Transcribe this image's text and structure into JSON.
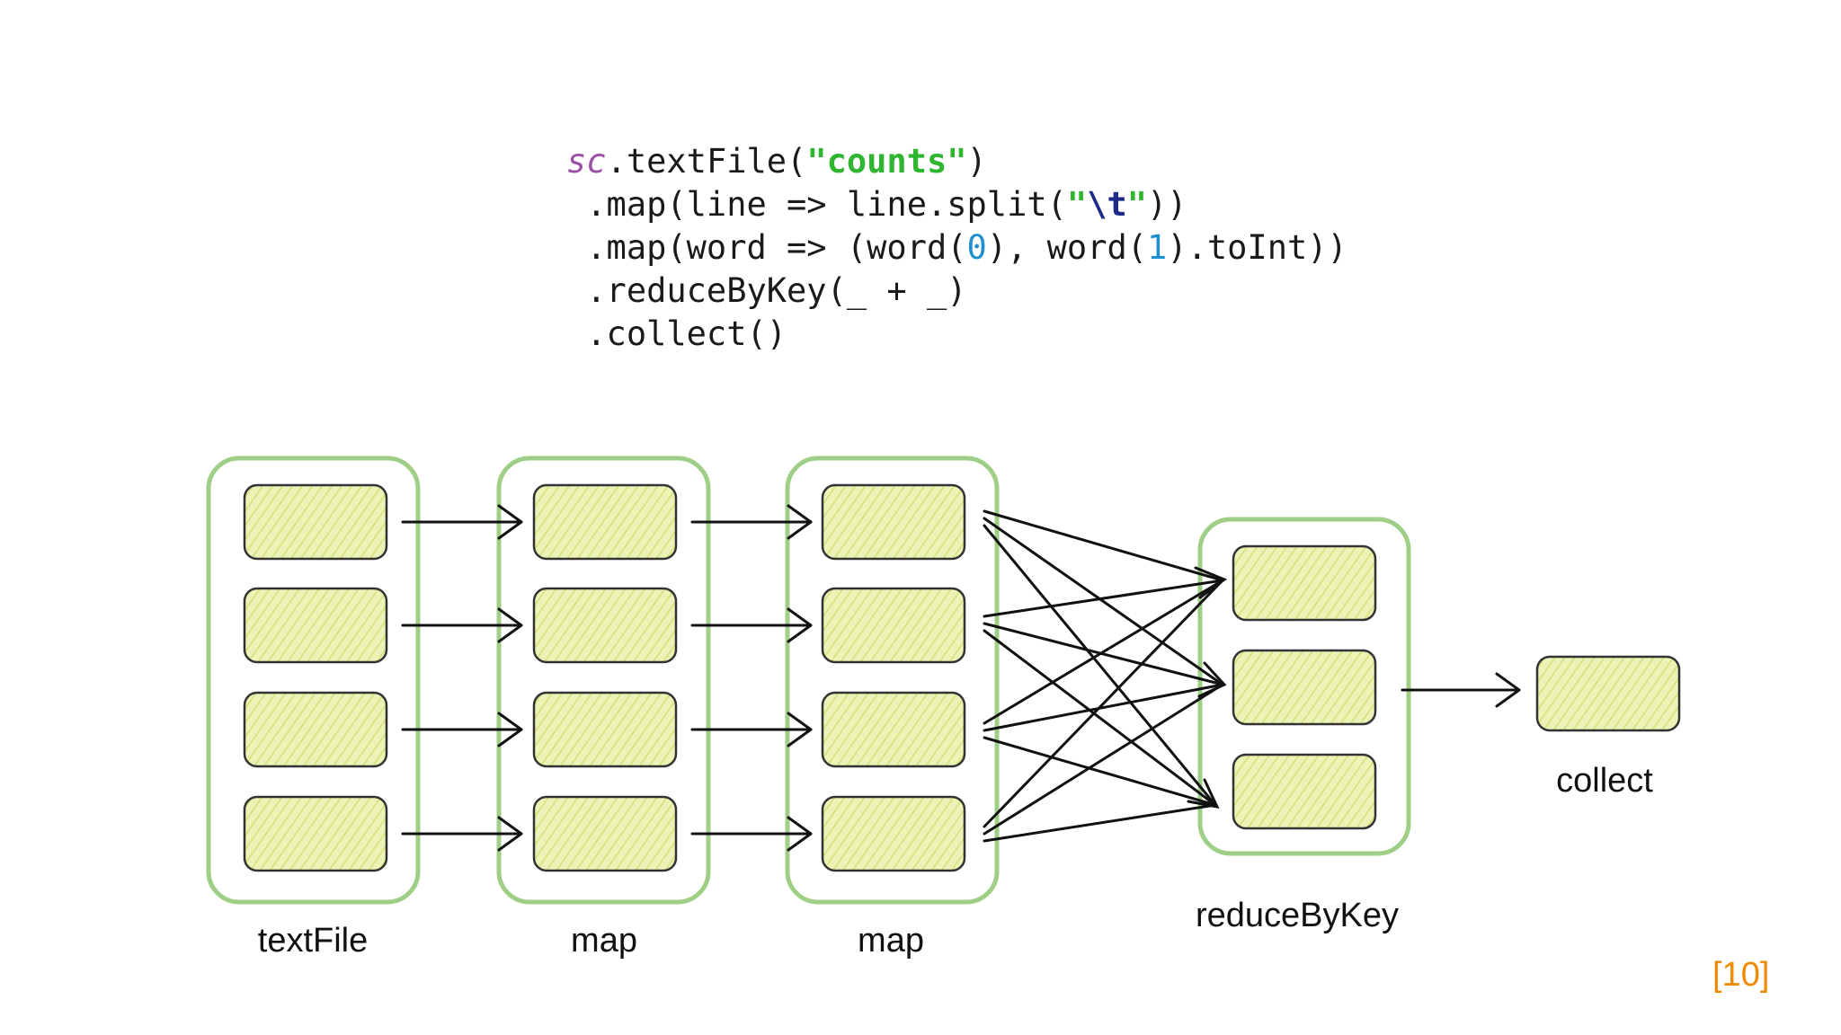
{
  "code": {
    "lines": [
      [
        {
          "t": "sc",
          "k": "obj"
        },
        {
          "t": ".textFile(",
          "k": "plain"
        },
        {
          "t": "\"counts\"",
          "k": "str"
        },
        {
          "t": ")",
          "k": "plain"
        }
      ],
      [
        {
          "t": " .map(line => line.split(",
          "k": "plain"
        },
        {
          "t": "\"",
          "k": "str"
        },
        {
          "t": "\\t",
          "k": "esc"
        },
        {
          "t": "\"",
          "k": "str"
        },
        {
          "t": "))",
          "k": "plain"
        }
      ],
      [
        {
          "t": " .map(word => (word(",
          "k": "plain"
        },
        {
          "t": "0",
          "k": "num"
        },
        {
          "t": "), word(",
          "k": "plain"
        },
        {
          "t": "1",
          "k": "num"
        },
        {
          "t": ").toInt))",
          "k": "plain"
        }
      ],
      [
        {
          "t": " .reduceByKey(_ + _)",
          "k": "plain"
        }
      ],
      [
        {
          "t": " .collect()",
          "k": "plain"
        }
      ]
    ]
  },
  "stages": [
    {
      "label": "textFile",
      "partitions": 4
    },
    {
      "label": "map",
      "partitions": 4
    },
    {
      "label": "map",
      "partitions": 4
    },
    {
      "label": "reduceByKey",
      "partitions": 3
    },
    {
      "label": "collect",
      "partitions": 1
    }
  ],
  "colors": {
    "stage_border": "#9fcf86",
    "partition_fill": "#edf2b6",
    "partition_hatch": "#d4e07a",
    "partition_border": "#333333",
    "arrow": "#111111",
    "citation": "#f08a00"
  },
  "citation": "[10]"
}
